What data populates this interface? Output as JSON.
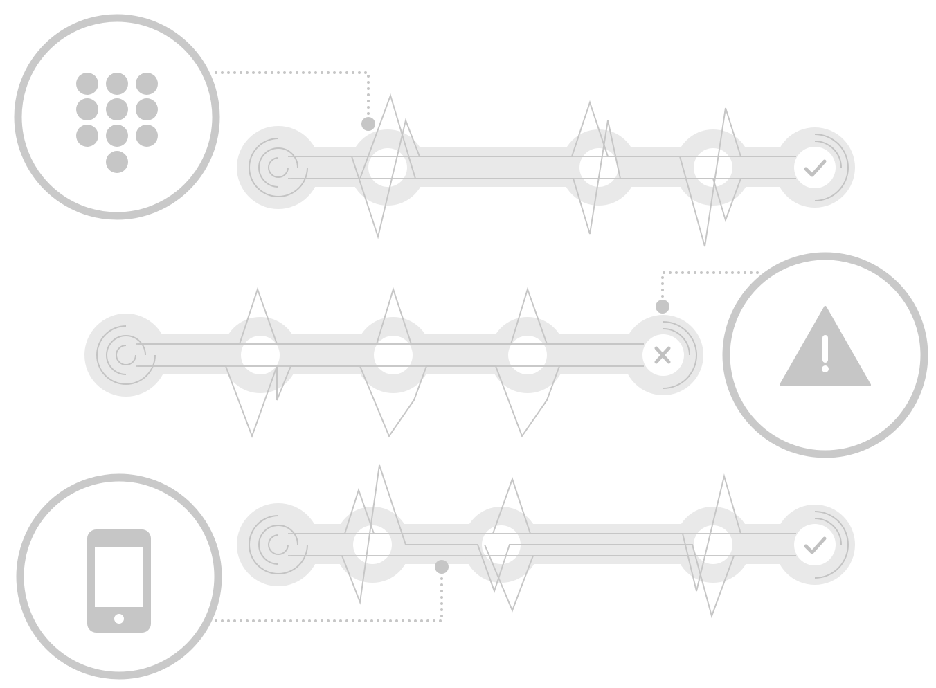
{
  "diagram": {
    "rows": [
      {
        "start": "source",
        "nodes": [
          "step",
          "step",
          "step"
        ],
        "end": "success",
        "linked_icon": "keypad-icon"
      },
      {
        "start": "source",
        "nodes": [
          "step",
          "step",
          "step"
        ],
        "end": "failure",
        "linked_icon": "warning-icon"
      },
      {
        "start": "source",
        "nodes": [
          "step",
          "step",
          "step"
        ],
        "end": "success",
        "linked_icon": "phone-icon"
      }
    ],
    "end_state_icons": {
      "success": "checkmark-icon",
      "failure": "x-icon"
    }
  },
  "colors": {
    "background": "#ffffff",
    "track": "#e9e9e9",
    "line": "#c6c6c6",
    "icon_ring": "#c9c9c9",
    "icon_fill": "#c6c6c6"
  }
}
